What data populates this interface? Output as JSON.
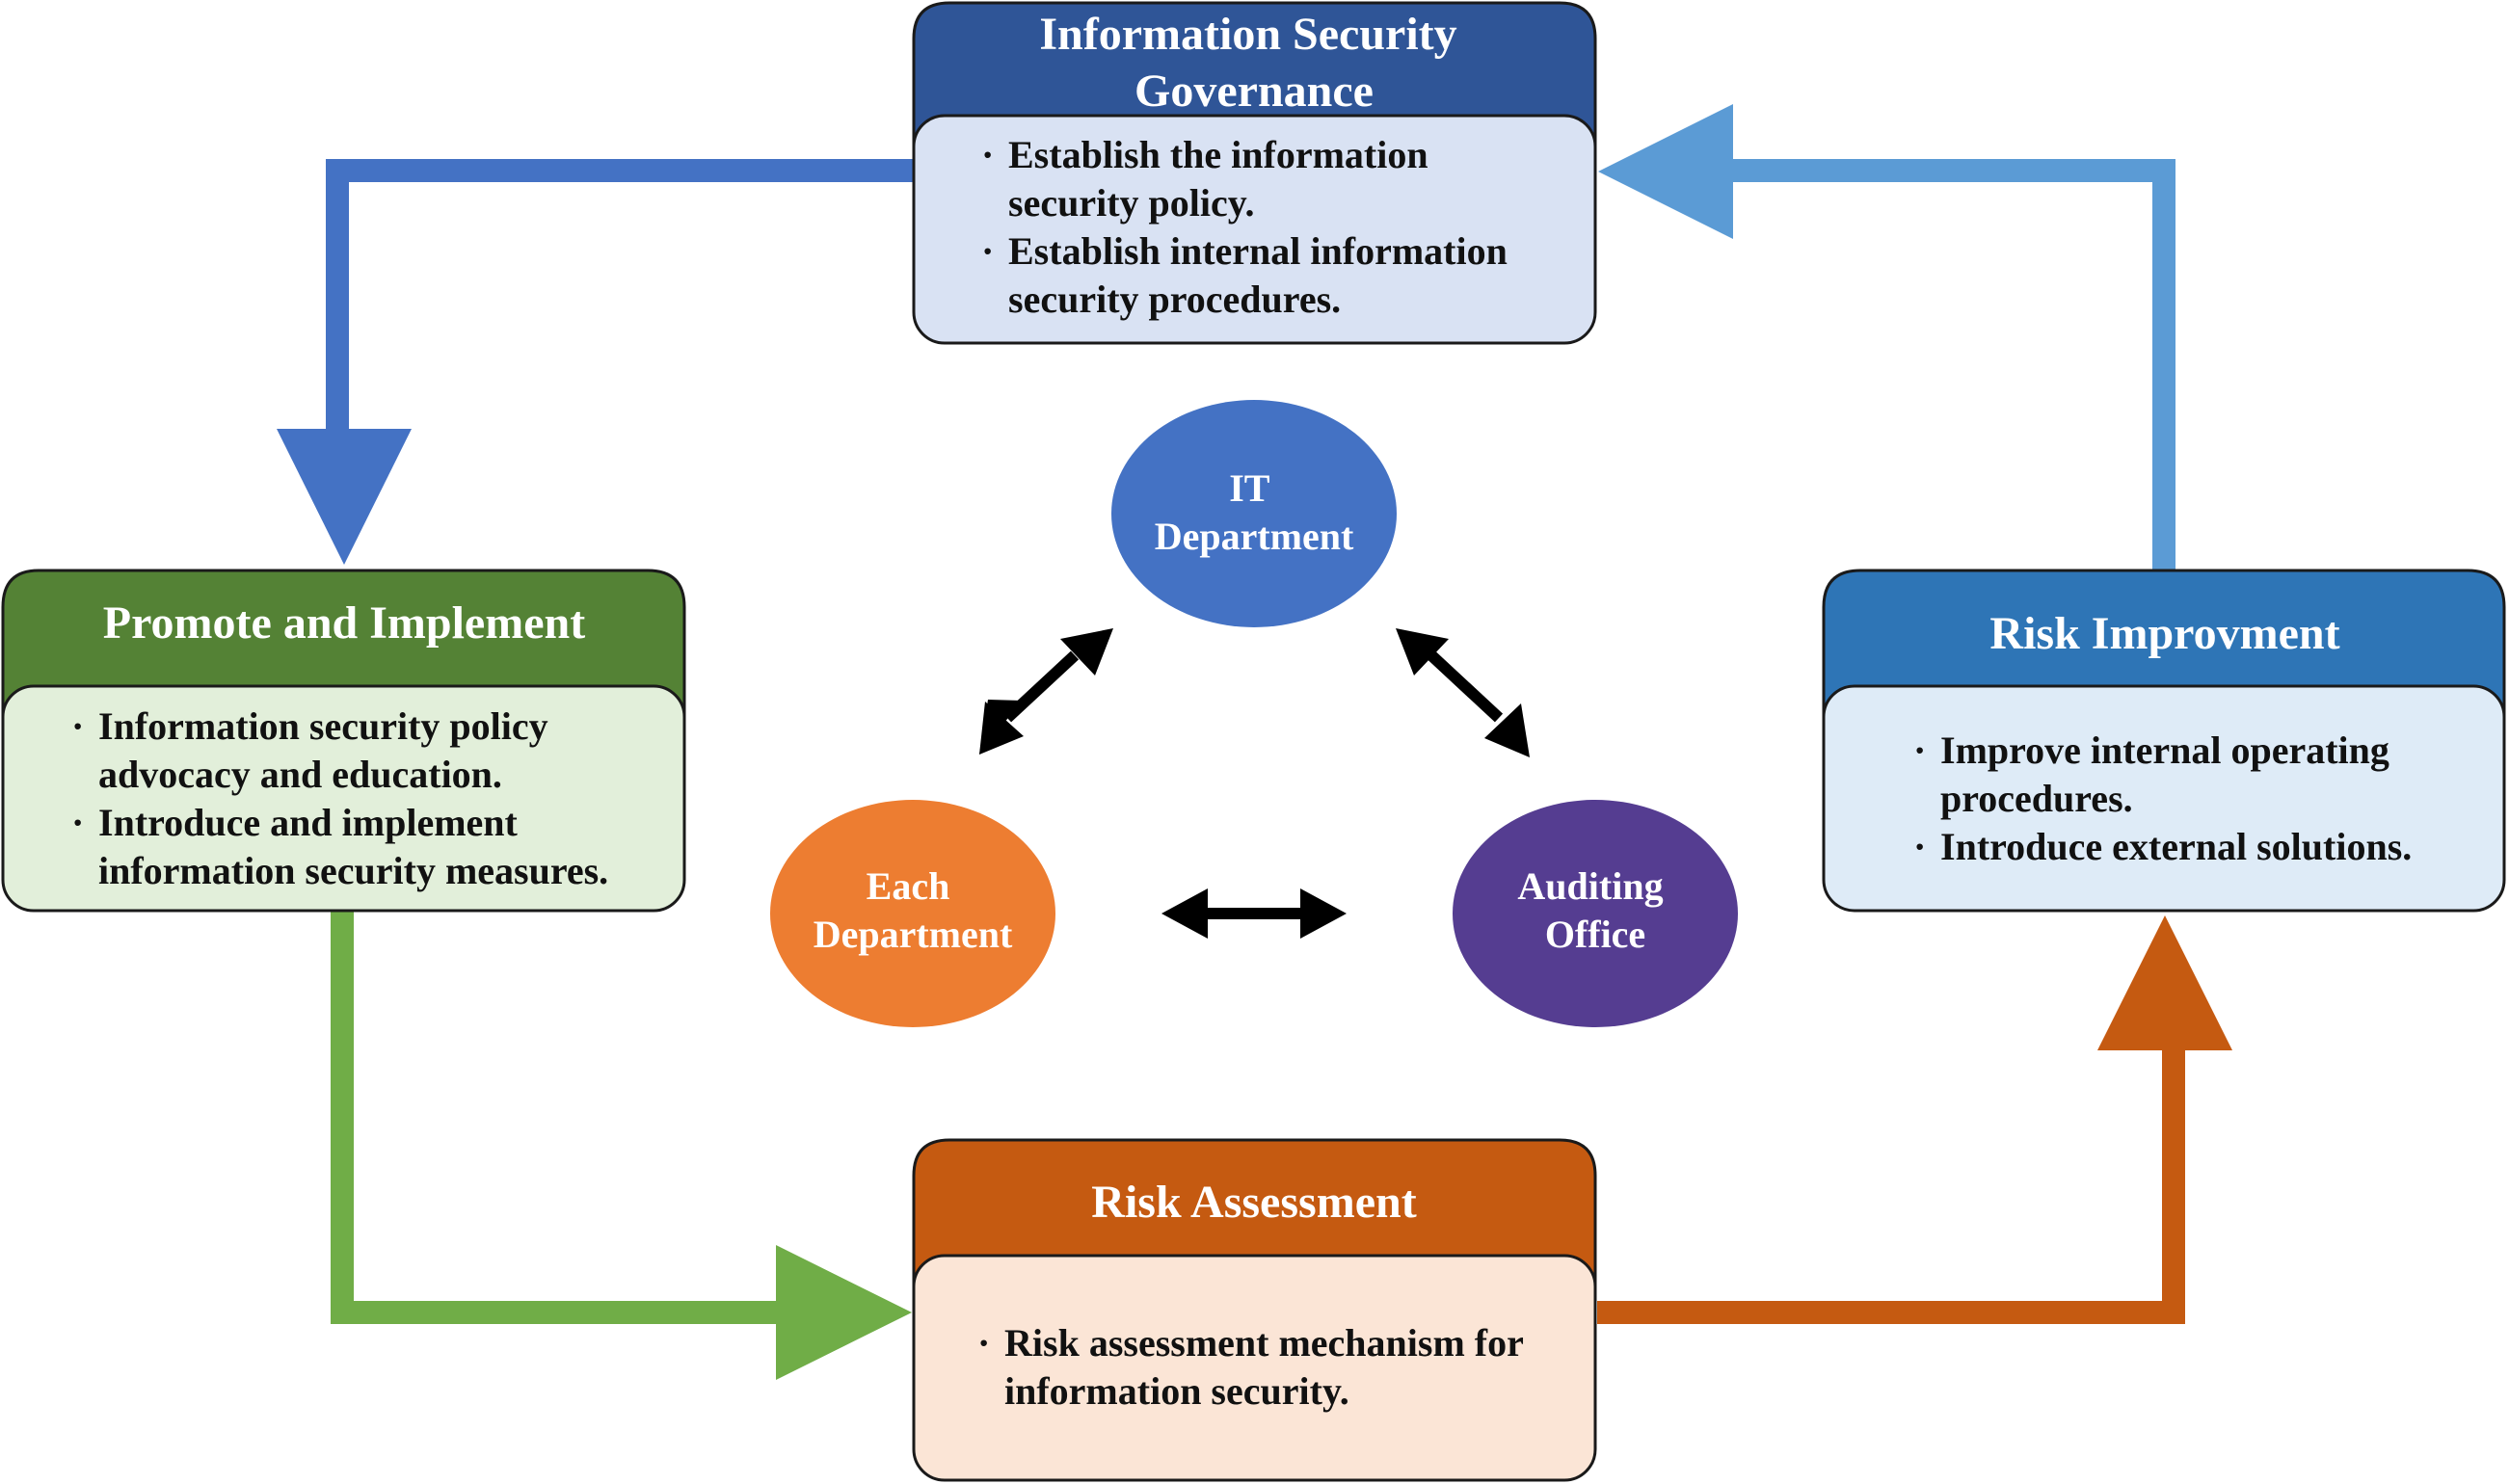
{
  "diagram": {
    "boxes": {
      "governance": {
        "title_lines": [
          "Information Security",
          "Governance"
        ],
        "lines": [
          {
            "text": "Establish the information",
            "bullet": true
          },
          {
            "text": "security policy.",
            "bullet": false
          },
          {
            "text": "Establish internal information",
            "bullet": true
          },
          {
            "text": "security procedures.",
            "bullet": false
          }
        ]
      },
      "promote": {
        "title_lines": [
          "Promote and Implement"
        ],
        "lines": [
          {
            "text": "Information security policy",
            "bullet": true
          },
          {
            "text": "advocacy and education.",
            "bullet": false
          },
          {
            "text": "Introduce and implement",
            "bullet": true
          },
          {
            "text": "information security measures.",
            "bullet": false
          }
        ]
      },
      "risk_improvement": {
        "title_lines": [
          "Risk Improvment"
        ],
        "lines": [
          {
            "text": "Improve internal operating",
            "bullet": true
          },
          {
            "text": "procedures.",
            "bullet": false
          },
          {
            "text": "Introduce external solutions.",
            "bullet": true
          }
        ]
      },
      "risk_assessment": {
        "title_lines": [
          "Risk Assessment"
        ],
        "lines": [
          {
            "text": "Risk assessment mechanism for",
            "bullet": true
          },
          {
            "text": "information security.",
            "bullet": false
          }
        ]
      }
    },
    "circles": {
      "it": {
        "lines": [
          "IT",
          "Department"
        ]
      },
      "each": {
        "lines": [
          "Each",
          "Department"
        ]
      },
      "auditing": {
        "lines": [
          "Auditing",
          "Office"
        ]
      }
    },
    "bullet_char": "·"
  },
  "colors": {
    "governance_header": "#2F5597",
    "governance_body": "#D9E2F3",
    "promote_header": "#548235",
    "promote_body": "#E2EFDA",
    "improvement_header": "#2E75B6",
    "improvement_body": "#DEEBF7",
    "assessment_header": "#C55A11",
    "assessment_body": "#FBE5D6",
    "arrow_governance_to_promote": "#4472C4",
    "arrow_promote_to_assessment": "#70AD47",
    "arrow_assessment_to_improvement": "#C55A11",
    "arrow_improvement_to_governance": "#5B9BD5",
    "circle_it": "#4472C4",
    "circle_each": "#ED7D31",
    "circle_auditing": "#553D91"
  }
}
